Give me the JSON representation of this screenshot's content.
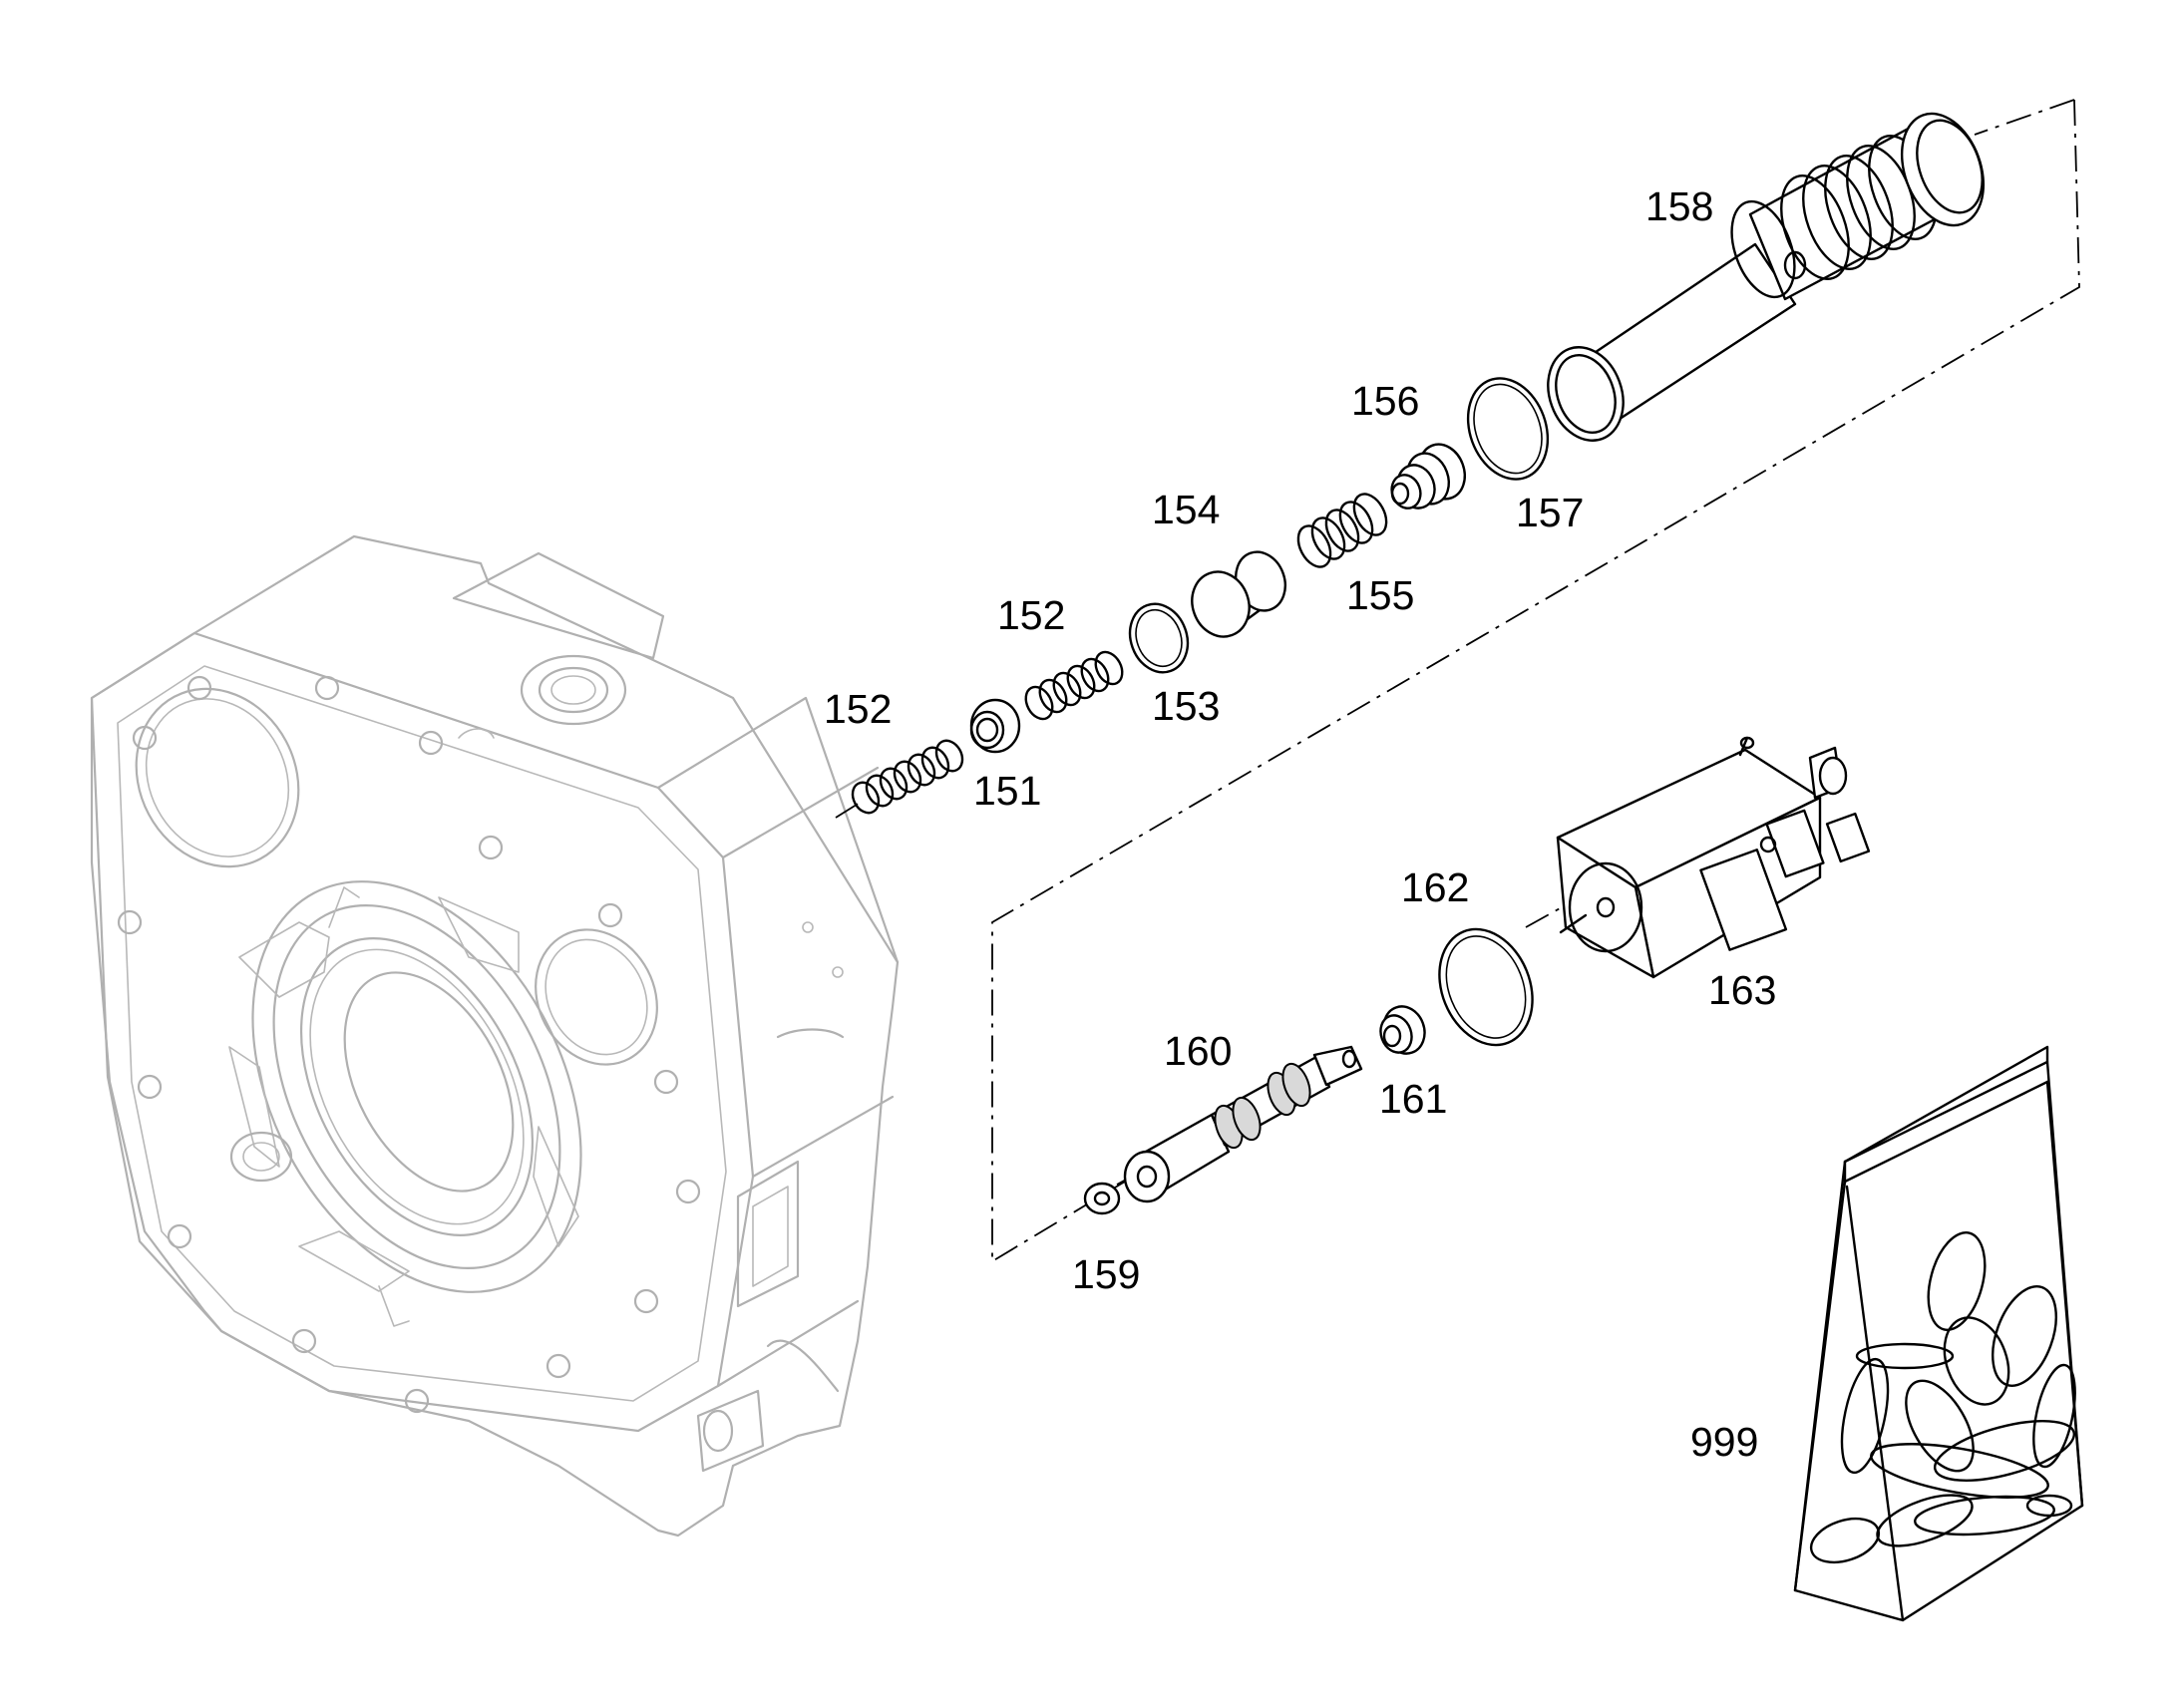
{
  "callouts": {
    "p151": "151",
    "p152a": "152",
    "p152b": "152",
    "p153": "153",
    "p154": "154",
    "p155": "155",
    "p156": "156",
    "p157": "157",
    "p158": "158",
    "p159": "159",
    "p160": "160",
    "p161": "161",
    "p162": "162",
    "p163": "163",
    "p999": "999"
  }
}
